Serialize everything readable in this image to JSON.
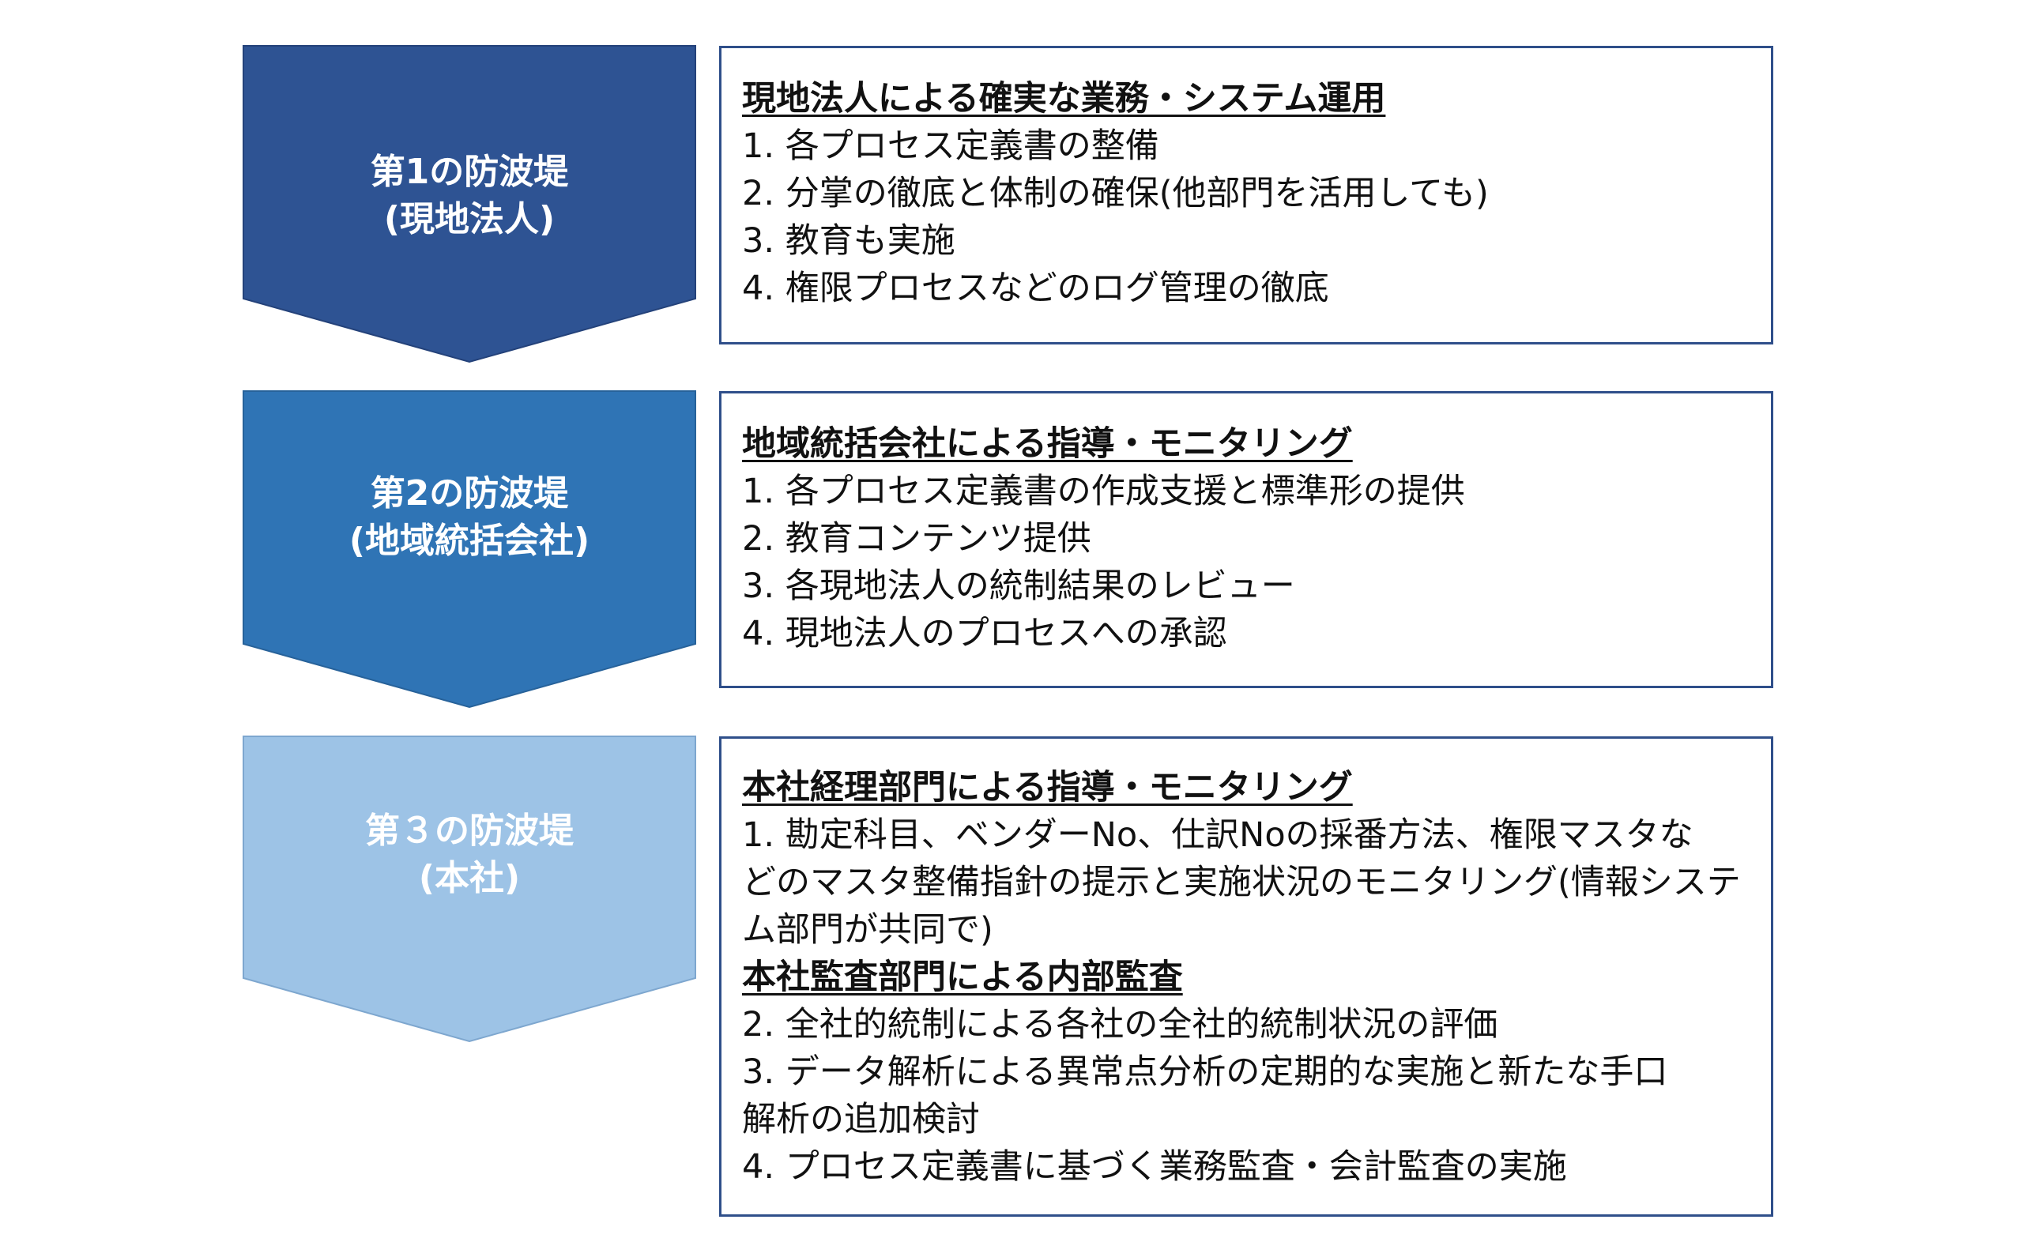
{
  "tiers": [
    {
      "label_line1": "第1の防波堤",
      "label_line2": "(現地法人)",
      "color": "#2e5393",
      "sections": [
        {
          "heading": "現地法人による確実な業務・システム運用",
          "items": [
            "1.  各プロセス定義書の整備",
            "2.  分掌の徹底と体制の確保(他部門を活用しても)",
            "3.  教育も実施",
            "4.  権限プロセスなどのログ管理の徹底"
          ]
        }
      ]
    },
    {
      "label_line1": "第2の防波堤",
      "label_line2": "(地域統括会社)",
      "color": "#2f74b5",
      "sections": [
        {
          "heading": "地域統括会社による指導・モニタリング",
          "items": [
            "1.  各プロセス定義書の作成支援と標準形の提供",
            "2.  教育コンテンツ提供",
            "3.  各現地法人の統制結果のレビュー",
            "4.  現地法人のプロセスへの承認"
          ]
        }
      ]
    },
    {
      "label_line1": "第３の防波堤",
      "label_line2": "(本社)",
      "color": "#9dc3e6",
      "sections": [
        {
          "heading": "本社経理部門による指導・モニタリング",
          "items": [
            "1.  勘定科目、ベンダーNo、仕訳Noの採番方法、権限マスタな",
            "どのマスタ整備指針の提示と実施状況のモニタリング(情報システ",
            "ム部門が共同で)"
          ]
        },
        {
          "heading": "本社監査部門による内部監査",
          "items": [
            "2.  全社的統制による各社の全社的統制状況の評価",
            "3.  データ解析による異常点分析の定期的な実施と新たな手口",
            "解析の追加検討",
            "4.  プロセス定義書に基づく業務監査・会計監査の実施"
          ]
        }
      ]
    }
  ]
}
